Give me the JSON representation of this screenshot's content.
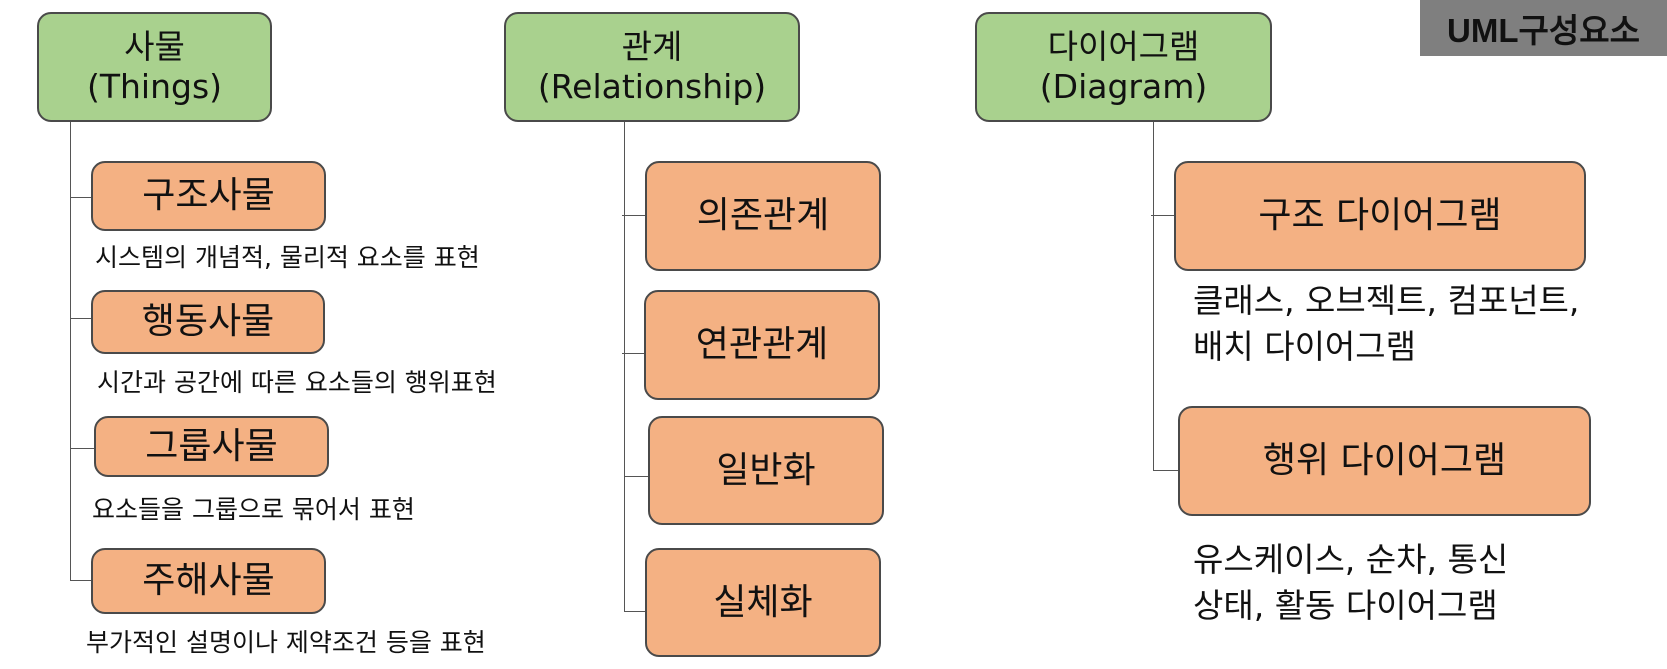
{
  "title_tag": "UML구성요소",
  "things": {
    "header_line1": "사물",
    "header_line2": "(Things)",
    "items": [
      {
        "label": "구조사물",
        "desc": "시스템의 개념적, 물리적 요소를 표현"
      },
      {
        "label": "행동사물",
        "desc": "시간과 공간에 따른 요소들의 행위표현"
      },
      {
        "label": "그룹사물",
        "desc": "요소들을 그룹으로 묶어서 표현"
      },
      {
        "label": "주해사물",
        "desc": "부가적인 설명이나 제약조건 등을 표현"
      }
    ]
  },
  "relationship": {
    "header_line1": "관계",
    "header_line2": "(Relationship)",
    "items": [
      {
        "label": "의존관계"
      },
      {
        "label": "연관관계"
      },
      {
        "label": "일반화"
      },
      {
        "label": "실체화"
      }
    ]
  },
  "diagram": {
    "header_line1": "다이어그램",
    "header_line2": "(Diagram)",
    "items": [
      {
        "label": "구조 다이어그램",
        "desc_line1": "클래스, 오브젝트, 컴포넌트,",
        "desc_line2": "배치 다이어그램"
      },
      {
        "label": "행위 다이어그램",
        "desc_line1": "유스케이스, 순차, 통신",
        "desc_line2": "상태, 활동 다이어그램"
      }
    ]
  }
}
